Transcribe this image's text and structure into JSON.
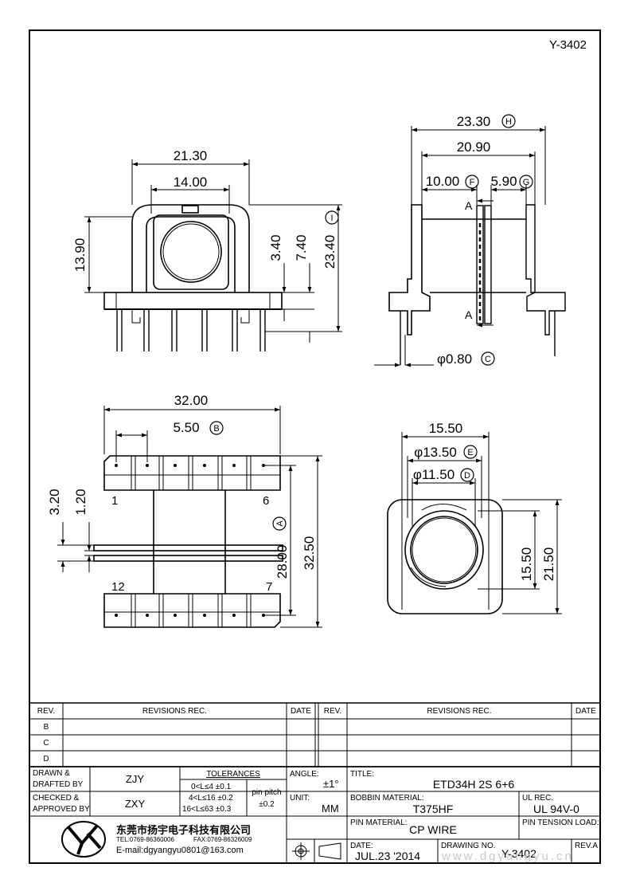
{
  "drawing_number_top": "Y-3402",
  "dims": {
    "d_21_30": "21.30",
    "d_14_00": "14.00",
    "d_13_90": "13.90",
    "d_3_40": "3.40",
    "d_7_40": "7.40",
    "d_23_40": "23.40",
    "mark_I": "I",
    "d_23_30": "23.30",
    "mark_H": "H",
    "d_20_90": "20.90",
    "d_10_00": "10.00",
    "mark_F": "F",
    "d_5_90": "5.90",
    "mark_G": "G",
    "section_a_top": "A",
    "section_a_bottom": "A",
    "d_phi_0_80": "φ0.80",
    "mark_C": "C",
    "d_32_00": "32.00",
    "d_5_50": "5.50",
    "mark_B": "B",
    "d_3_20": "3.20",
    "d_1_20": "1.20",
    "pin_1": "1",
    "pin_6": "6",
    "pin_12": "12",
    "pin_7": "7",
    "d_28_00": "28.00",
    "mark_A": "A",
    "d_32_50": "32.50",
    "d_15_50_top": "15.50",
    "d_phi_13_50": "φ13.50",
    "mark_E": "E",
    "d_phi_11_50": "φ11.50",
    "mark_D": "D",
    "d_15_50_side": "15.50",
    "d_21_50": "21.50"
  },
  "revisions": {
    "rev_header": "REV.",
    "rec_header": "REVISIONS   REC.",
    "date_header": "DATE",
    "rows": [
      "B",
      "C",
      "D"
    ]
  },
  "title_block": {
    "drawn_label": "DRAWN &",
    "drafted_label": "DRAFTED BY",
    "drawn_value": "ZJY",
    "checked_label": "CHECKED &",
    "approved_label": "APPROVED BY",
    "checked_value": "ZXY",
    "tolerances_label": "TOLERANCES",
    "tol_1": "0<L≤4   ±0.1",
    "tol_2": "4<L≤16  ±0.2",
    "tol_3": "16<L≤63  ±0.3",
    "pin_pitch_label": "pin pitch",
    "pin_pitch_value": "±0.2",
    "angle_label": "ANGLE:",
    "angle_value": "±1°",
    "unit_label": "UNIT:",
    "unit_value": "MM",
    "title_label": "TITLE:",
    "title_value": "ETD34H  2S  6+6",
    "bobbin_label": "BOBBIN MATERIAL:",
    "bobbin_value": "T375HF",
    "ul_label": "UL REC.",
    "ul_value": "UL 94V-0",
    "pin_material_label": "PIN MATERIAL:",
    "pin_material_value": "CP WIRE",
    "pin_tension_label": "PIN TENSION LOAD:",
    "date_label": "DATE:",
    "date_value": "JUL.23 '2014",
    "drawing_no_label": "DRAWING NO.",
    "drawing_no_value": "Y-3402",
    "rev_label": "REV.A",
    "company_name": "东莞市扬宇电子科技有限公司",
    "company_tel": "TEL:0769-86360006",
    "company_fax": "FAX:0769-86326009",
    "company_email": "E-mail:dgyangyu0801@163.com",
    "watermark": "www.dgyangyu.cn"
  }
}
